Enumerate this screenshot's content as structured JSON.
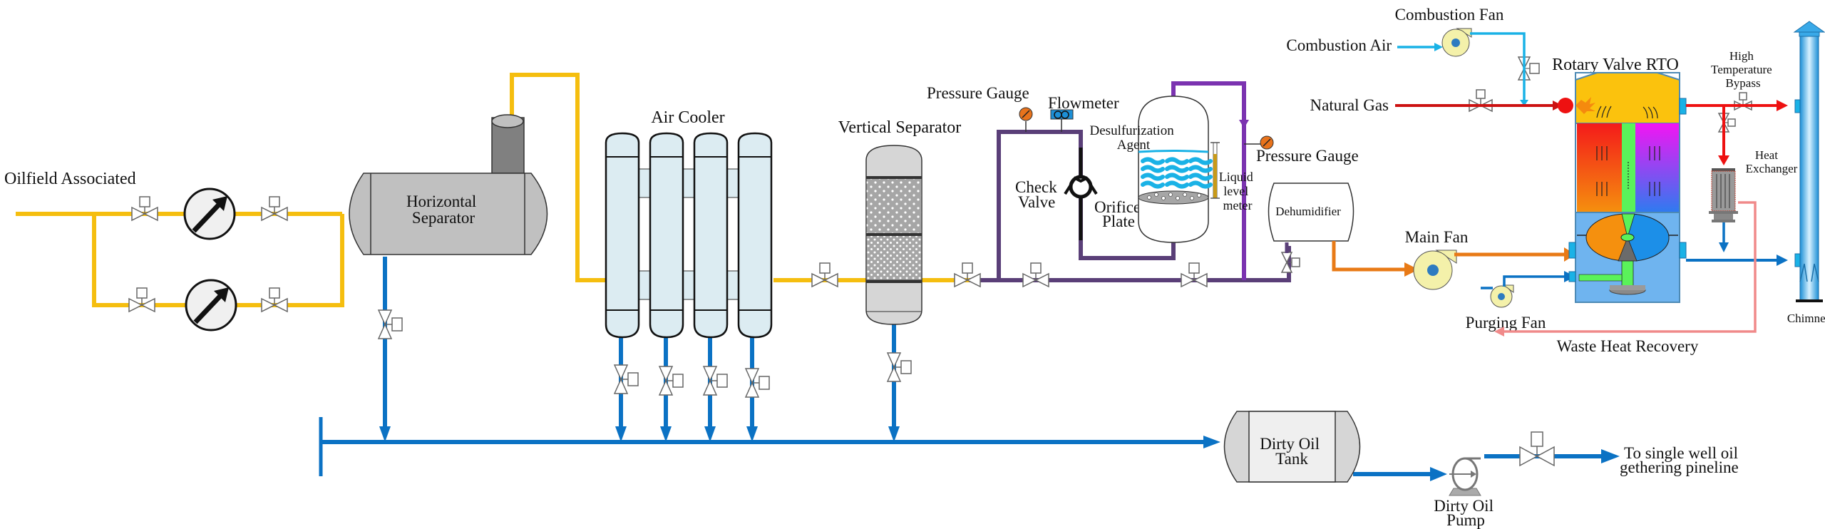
{
  "title": "Oilfield associated gas treatment and Rotary Valve RTO process flow",
  "labels": {
    "oilfield_associated": "Oilfield Associated",
    "horizontal_separator": [
      "Horizontal",
      "Separator"
    ],
    "air_cooler": "Air Cooler",
    "vertical_separator": "Vertical Separator",
    "pressure_gauge_1": "Pressure Gauge",
    "flowmeter": "Flowmeter",
    "desulfurization_agent": [
      "Desulfurization",
      "Agent"
    ],
    "check_valve": [
      "Check",
      "Valve"
    ],
    "orifice_plate": [
      "Orifice",
      "Plate"
    ],
    "liquid_level_meter": [
      "Liquid",
      "level",
      "meter"
    ],
    "pressure_gauge_2": "Pressure Gauge",
    "dehumidifier": "Dehumidifier",
    "combustion_fan": "Combustion Fan",
    "combustion_air": "Combustion Air",
    "natural_gas": "Natural Gas",
    "rotary_valve_rto": "Rotary Valve RTO",
    "high_temperature_bypass": [
      "High",
      "Temperature",
      "Bypass"
    ],
    "heat_exchanger": [
      "Heat",
      "Exchanger"
    ],
    "main_fan": "Main Fan",
    "purging_fan": "Purging Fan",
    "waste_heat_recovery": "Waste Heat Recovery",
    "chimney": "Chimney",
    "dirty_oil_tank": [
      "Dirty Oil",
      "Tank"
    ],
    "dirty_oil_pump": [
      "Dirty Oil",
      "Pump"
    ],
    "to_pipeline": [
      "To single well oil",
      "gethering pineline"
    ]
  },
  "colors": {
    "gas_pipe": "#f5be0f",
    "oil_pipe": "#0b72c4",
    "desulfurized_pipe": "#5a3f78",
    "purple_pipe": "#7b33b0",
    "natural_gas_pipe": "#cc1111",
    "combustion_air_pipe": "#1ab2e6",
    "main_fan_pipe": "#e87a16",
    "waste_heat_pipe": "#f08a8a",
    "hot_gas_pipe": "#ee1111",
    "separator_gray": "#c0c0c0",
    "air_cooler_fill": "#dcecf2",
    "fan_fill": "#f4f1aa",
    "gauge_orange": "#e8731c",
    "rto_top": "#fbc20d",
    "rto_base": "#6fb4ef",
    "chimney_blue": "#39a9e8"
  }
}
